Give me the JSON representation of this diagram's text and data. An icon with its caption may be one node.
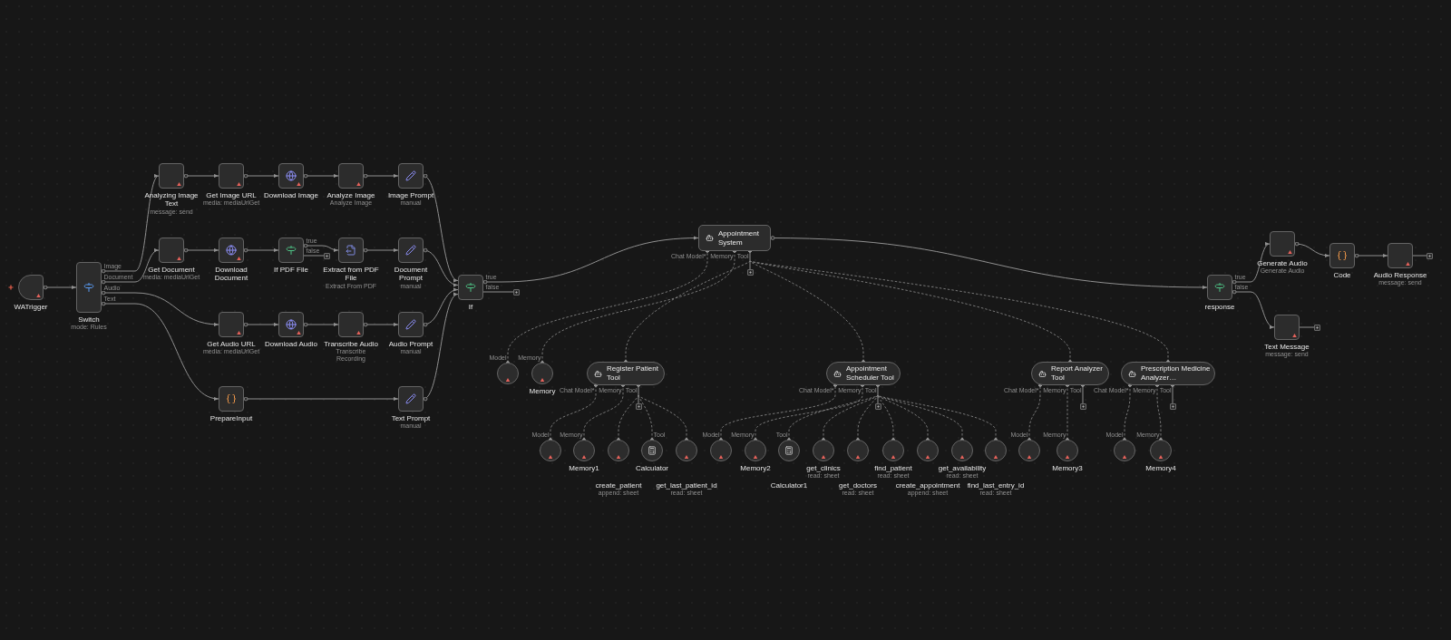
{
  "diagram": {
    "nodes": [
      {
        "text": [
          "WATrigger"
        ]
      },
      {
        "text": [
          "Switch",
          "mode: Rules"
        ],
        "beside": [
          "Image",
          "Document",
          "Audio",
          "Text"
        ]
      },
      {
        "text": [
          "Analyzing Image Text",
          "message: send"
        ]
      },
      {
        "text": [
          "Get Image URL",
          "media: mediaUrlGet"
        ]
      },
      {
        "text": [
          "Download Image"
        ]
      },
      {
        "text": [
          "Analyze Image",
          "Analyze Image"
        ]
      },
      {
        "text": [
          "Image Prompt",
          "manual"
        ]
      },
      {
        "text": [
          "Get Document",
          "media: mediaUrlGet"
        ]
      },
      {
        "text": [
          "Download Document"
        ]
      },
      {
        "text": [
          "If PDF File"
        ],
        "beside": [
          "true",
          "false"
        ]
      },
      {
        "text": [
          "Extract from PDF File",
          "Extract From PDF"
        ]
      },
      {
        "text": [
          "Document Prompt",
          "manual"
        ]
      },
      {
        "text": [
          "Get Audio URL",
          "media: mediaUrlGet"
        ]
      },
      {
        "text": [
          "Download Audio"
        ]
      },
      {
        "text": [
          "Transcribe Audio",
          "Transcribe Recording"
        ]
      },
      {
        "text": [
          "Audio Prompt",
          "manual"
        ]
      },
      {
        "text": [
          "PrepareInput"
        ]
      },
      {
        "text": [
          "Text Prompt",
          "manual"
        ]
      },
      {
        "text": [
          "If"
        ],
        "beside": [
          "true",
          "false"
        ]
      },
      {
        "text": [
          "Appointment System"
        ],
        "beside": [
          "Chat Model*",
          "Memory",
          "Tool"
        ]
      },
      {
        "text": [],
        "shape": "circle",
        "beside": [
          "Model"
        ]
      },
      {
        "text": [
          "Memory"
        ],
        "beside": [
          "Memory"
        ]
      },
      {
        "text": [
          "Register Patient Tool"
        ],
        "beside": [
          "Chat Model*",
          "Memory",
          "Tool"
        ]
      },
      {
        "text": [
          "Appointment Scheduler Tool"
        ],
        "beside": [
          "Chat Model*",
          "Memory",
          "Tool"
        ]
      },
      {
        "text": [
          "Report Analyzer Tool"
        ],
        "beside": [
          "Chat Model*",
          "Memory",
          "Tool"
        ]
      },
      {
        "text": [
          "Prescription Medicine Analyzer…"
        ],
        "beside": [
          "Chat Model*",
          "Memory",
          "Tool"
        ]
      },
      {
        "text": [],
        "shape": "circle",
        "beside": [
          "Model"
        ]
      },
      {
        "text": [
          "Memory1"
        ],
        "beside": [
          "Memory"
        ]
      },
      {
        "text": [
          "create_patient",
          "append: sheet"
        ]
      },
      {
        "text": [
          "Calculator"
        ],
        "beside": [
          "Tool"
        ]
      },
      {
        "text": [
          "get_last_patient_id",
          "read: sheet"
        ]
      },
      {
        "text": [],
        "shape": "circle",
        "beside": [
          "Model"
        ]
      },
      {
        "text": [
          "Memory2"
        ],
        "beside": [
          "Memory"
        ]
      },
      {
        "text": [
          "Calculator1"
        ],
        "beside": [
          "Tool"
        ]
      },
      {
        "text": [
          "get_clinics",
          "read: sheet"
        ]
      },
      {
        "text": [
          "get_doctors",
          "read: sheet"
        ]
      },
      {
        "text": [
          "find_patient",
          "read: sheet"
        ]
      },
      {
        "text": [
          "create_appointment",
          "append: sheet"
        ]
      },
      {
        "text": [
          "get_availability",
          "read: sheet"
        ]
      },
      {
        "text": [
          "find_last_entry_id",
          "read: sheet"
        ]
      },
      {
        "text": [],
        "shape": "circle",
        "beside": [
          "Model"
        ]
      },
      {
        "text": [
          "Memory3"
        ],
        "beside": [
          "Memory"
        ]
      },
      {
        "text": [],
        "shape": "circle",
        "beside": [
          "Model"
        ]
      },
      {
        "text": [
          "Memory4"
        ],
        "beside": [
          "Memory"
        ]
      },
      {
        "text": [
          "response"
        ],
        "beside": [
          "true",
          "false"
        ]
      },
      {
        "text": [
          "Generate Audio",
          "Generate Audio"
        ]
      },
      {
        "text": [
          "Code"
        ]
      },
      {
        "text": [
          "Audio Response",
          "message: send"
        ]
      },
      {
        "text": [
          "Text Message",
          "message: send"
        ]
      },
      {
        "text": [],
        "shape": "box"
      },
      {
        "text": [],
        "shape": "box"
      },
      {
        "text": [],
        "shape": "box"
      },
      {
        "text": [],
        "shape": "box"
      },
      {
        "text": [],
        "shape": "box"
      },
      {
        "text": [],
        "shape": "box"
      },
      {
        "text": [],
        "shape": "box"
      },
      {
        "text": [],
        "shape": "box"
      },
      {
        "text": [],
        "shape": "box"
      }
    ],
    "edges": [
      {
        "from": 0,
        "to": 1,
        "arrow": "to"
      },
      {
        "from": 1,
        "to": 2,
        "arrow": "to"
      },
      {
        "from": 1,
        "to": 7,
        "arrow": "to"
      },
      {
        "from": 1,
        "to": 12,
        "arrow": "to"
      },
      {
        "from": 1,
        "to": 16,
        "arrow": "to"
      },
      {
        "from": 2,
        "to": 3,
        "arrow": "to"
      },
      {
        "from": 3,
        "to": 4,
        "arrow": "to"
      },
      {
        "from": 4,
        "to": 5,
        "arrow": "to"
      },
      {
        "from": 5,
        "to": 6,
        "arrow": "to"
      },
      {
        "from": 6,
        "to": 18,
        "arrow": "to"
      },
      {
        "from": 7,
        "to": 8,
        "arrow": "to"
      },
      {
        "from": 8,
        "to": 9,
        "arrow": "to"
      },
      {
        "from": 9,
        "to": 10,
        "arrow": "to"
      },
      {
        "from": 9,
        "to": 49,
        "arrow": "none"
      },
      {
        "from": 10,
        "to": 11,
        "arrow": "to"
      },
      {
        "from": 11,
        "to": 18,
        "arrow": "to"
      },
      {
        "from": 12,
        "to": 13,
        "arrow": "to"
      },
      {
        "from": 13,
        "to": 14,
        "arrow": "to"
      },
      {
        "from": 14,
        "to": 15,
        "arrow": "to"
      },
      {
        "from": 15,
        "to": 18,
        "arrow": "to"
      },
      {
        "from": 16,
        "to": 17,
        "arrow": "to"
      },
      {
        "from": 17,
        "to": 18,
        "arrow": "to"
      },
      {
        "from": 18,
        "to": 19,
        "arrow": "to"
      },
      {
        "from": 18,
        "to": 50,
        "arrow": "none"
      },
      {
        "from": 19,
        "to": 44,
        "arrow": "to"
      },
      {
        "from": 19,
        "to": 51,
        "arrow": "other"
      },
      {
        "from": 20,
        "to": 19,
        "arrow": "other",
        "style": "dashed"
      },
      {
        "from": 21,
        "to": 19,
        "arrow": "other",
        "style": "dashed"
      },
      {
        "from": 22,
        "to": 19,
        "arrow": "other",
        "style": "dashed"
      },
      {
        "from": 23,
        "to": 19,
        "arrow": "other",
        "style": "dashed"
      },
      {
        "from": 24,
        "to": 19,
        "arrow": "other",
        "style": "dashed"
      },
      {
        "from": 25,
        "to": 19,
        "arrow": "other",
        "style": "dashed"
      },
      {
        "from": 22,
        "to": 52,
        "arrow": "other"
      },
      {
        "from": 26,
        "to": 22,
        "arrow": "other",
        "style": "dashed"
      },
      {
        "from": 27,
        "to": 22,
        "arrow": "other",
        "style": "dashed"
      },
      {
        "from": 28,
        "to": 22,
        "arrow": "other",
        "style": "dashed"
      },
      {
        "from": 29,
        "to": 22,
        "arrow": "other",
        "style": "dashed"
      },
      {
        "from": 30,
        "to": 22,
        "arrow": "other",
        "style": "dashed"
      },
      {
        "from": 23,
        "to": 53,
        "arrow": "other"
      },
      {
        "from": 31,
        "to": 23,
        "arrow": "other",
        "style": "dashed"
      },
      {
        "from": 32,
        "to": 23,
        "arrow": "other",
        "style": "dashed"
      },
      {
        "from": 33,
        "to": 23,
        "arrow": "other",
        "style": "dashed"
      },
      {
        "from": 34,
        "to": 23,
        "arrow": "other",
        "style": "dashed"
      },
      {
        "from": 35,
        "to": 23,
        "arrow": "other",
        "style": "dashed"
      },
      {
        "from": 36,
        "to": 23,
        "arrow": "other",
        "style": "dashed"
      },
      {
        "from": 37,
        "to": 23,
        "arrow": "other",
        "style": "dashed"
      },
      {
        "from": 38,
        "to": 23,
        "arrow": "other",
        "style": "dashed"
      },
      {
        "from": 39,
        "to": 23,
        "arrow": "other",
        "style": "dashed"
      },
      {
        "from": 24,
        "to": 54,
        "arrow": "other"
      },
      {
        "from": 40,
        "to": 24,
        "arrow": "other",
        "style": "dashed"
      },
      {
        "from": 41,
        "to": 24,
        "arrow": "other",
        "style": "dashed"
      },
      {
        "from": 25,
        "to": 55,
        "arrow": "other"
      },
      {
        "from": 42,
        "to": 25,
        "arrow": "other",
        "style": "dashed"
      },
      {
        "from": 43,
        "to": 25,
        "arrow": "other",
        "style": "dashed"
      },
      {
        "from": 44,
        "to": 45,
        "arrow": "to"
      },
      {
        "from": 44,
        "to": 48,
        "arrow": "to"
      },
      {
        "from": 45,
        "to": 46,
        "arrow": "to"
      },
      {
        "from": 46,
        "to": 47,
        "arrow": "to"
      },
      {
        "from": 47,
        "to": 56,
        "arrow": "none"
      },
      {
        "from": 48,
        "to": 57,
        "arrow": "none"
      }
    ]
  }
}
